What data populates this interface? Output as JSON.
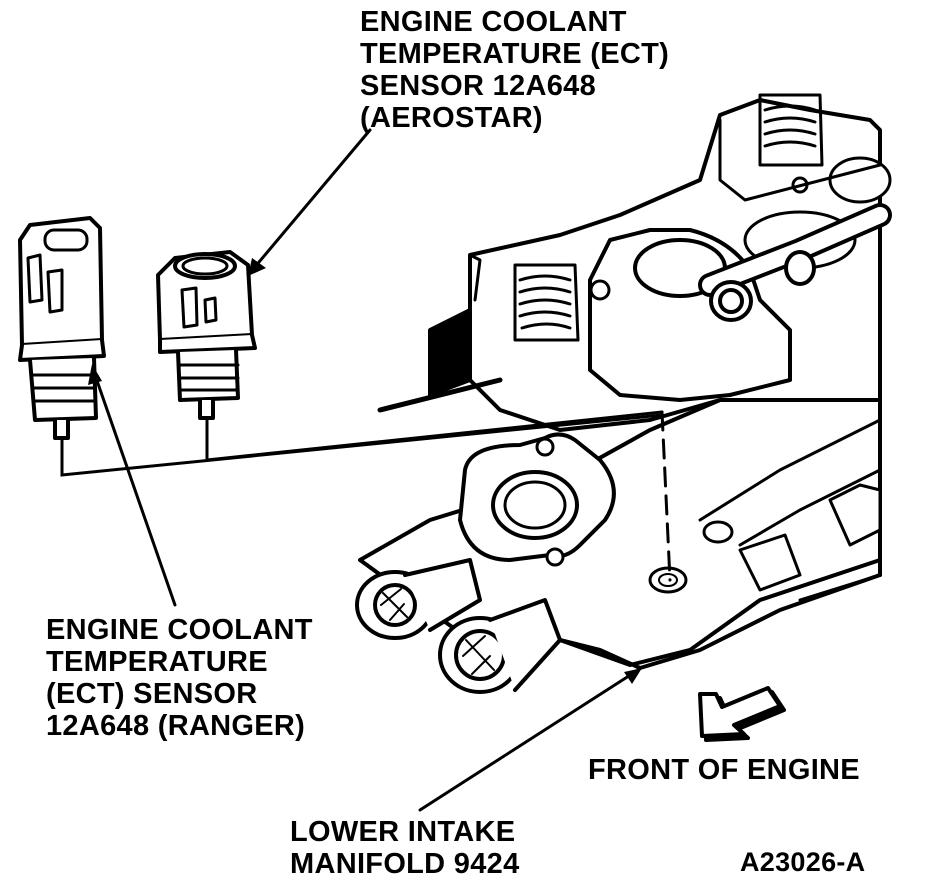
{
  "labels": {
    "ect_aerostar": [
      "ENGINE COOLANT",
      "TEMPERATURE (ECT)",
      "SENSOR 12A648",
      "(AEROSTAR)"
    ],
    "ect_ranger": [
      "ENGINE COOLANT",
      "TEMPERATURE",
      "(ECT) SENSOR",
      "12A648 (RANGER)"
    ],
    "front_of_engine": "FRONT OF ENGINE",
    "lower_intake": [
      "LOWER INTAKE",
      "MANIFOLD 9424"
    ],
    "figure_id": "A23026-A"
  }
}
